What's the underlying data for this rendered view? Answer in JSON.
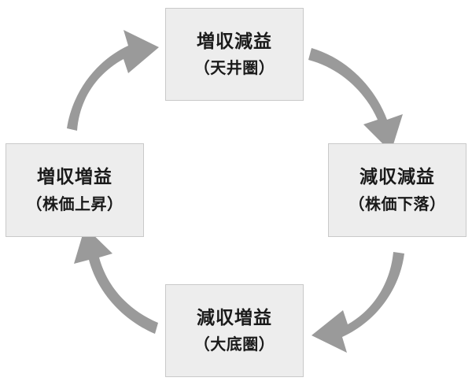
{
  "diagram": {
    "type": "cycle",
    "direction": "clockwise",
    "colors": {
      "node_fill": "#ededed",
      "node_border": "#c9c9c9",
      "node_text": "#1a1a1a",
      "arrow": "#9a9a9a",
      "background": "#ffffff"
    },
    "nodes": [
      {
        "id": "top",
        "position": "top",
        "title": "増収減益",
        "subtitle": "（天井圏）"
      },
      {
        "id": "right",
        "position": "right",
        "title": "減収減益",
        "subtitle": "（株価下落）"
      },
      {
        "id": "bottom",
        "position": "bottom",
        "title": "減収増益",
        "subtitle": "（大底圏）"
      },
      {
        "id": "left",
        "position": "left",
        "title": "増収増益",
        "subtitle": "（株価上昇）"
      }
    ],
    "arrows": [
      {
        "id": "top-to-right",
        "from": "top",
        "to": "right",
        "name": "curved-arrow-top-right"
      },
      {
        "id": "right-to-bottom",
        "from": "right",
        "to": "bottom",
        "name": "curved-arrow-bottom-right"
      },
      {
        "id": "bottom-to-left",
        "from": "bottom",
        "to": "left",
        "name": "curved-arrow-bottom-left"
      },
      {
        "id": "left-to-top",
        "from": "left",
        "to": "top",
        "name": "curved-arrow-top-left"
      }
    ]
  }
}
